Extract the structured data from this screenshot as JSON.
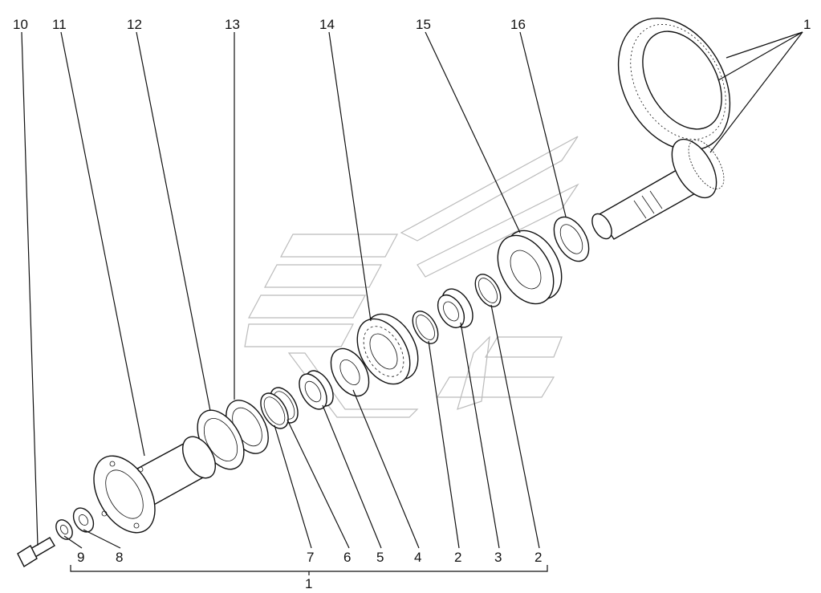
{
  "callouts": {
    "c10": "10",
    "c11": "11",
    "c12": "12",
    "c13": "13",
    "c14": "14",
    "c15": "15",
    "c16": "16",
    "c1_top": "1",
    "c9": "9",
    "c8": "8",
    "c7": "7",
    "c6": "6",
    "c5": "5",
    "c4": "4",
    "c2a": "2",
    "c3": "3",
    "c2b": "2",
    "c1_bottom": "1"
  }
}
